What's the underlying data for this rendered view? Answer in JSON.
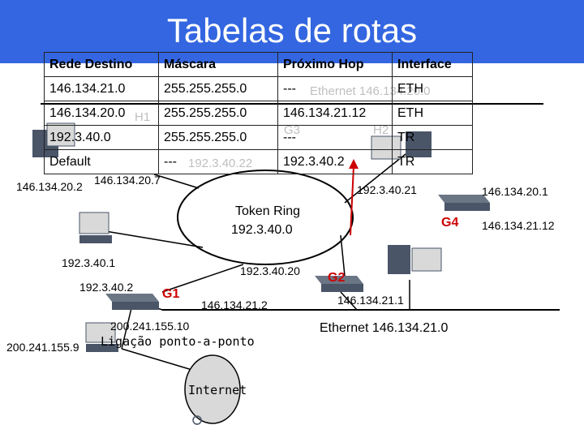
{
  "slide": {
    "title": "Tabelas de rotas"
  },
  "routing_table": {
    "headers": [
      "Rede Destino",
      "Máscara",
      "Próximo Hop",
      "Interface"
    ],
    "rows": [
      [
        "146.134.21.0",
        "255.255.255.0",
        "---",
        "ETH"
      ],
      [
        "146.134.20.0",
        "255.255.255.0",
        "146.134.21.12",
        "ETH"
      ],
      [
        "192.3.40.0",
        "255.255.255.0",
        "---",
        "TR"
      ],
      [
        "Default",
        "---",
        "192.3.40.2",
        "TR"
      ]
    ]
  },
  "ghost_text": {
    "ethernet_top": "Ethernet 146.134.20.0",
    "h1": "H1",
    "g3": "G3",
    "h2": "H2",
    "ip_22": "192.3.40.22"
  },
  "labels": {
    "ip_h1_eth": "146.134.20.2",
    "ip_h1_b": "146.134.20.7",
    "ip_tr_21": "192.3.40.21",
    "ip_g4_eth20": "146.134.20.1",
    "ip_g4_eth21": "146.134.21.12",
    "token_ring_name": "Token Ring",
    "token_ring_net": "192.3.40.0",
    "g4": "G4",
    "ip_tr_1": "192.3.40.1",
    "ip_tr_20": "192.3.40.20",
    "g2": "G2",
    "ip_g1_tr": "192.3.40.2",
    "g1": "G1",
    "ip_g1_eth": "146.134.21.2",
    "ip_g2_eth": "146.134.21.1",
    "ip_ptp_10": "200.241.155.10",
    "ethernet_bottom": "Ethernet 146.134.21.0",
    "ip_ptp_9": "200.241.155.9",
    "ptp_link": "Ligação ponto-a-ponto",
    "internet": "Internet"
  },
  "colors": {
    "banner": "#3366e0",
    "gateway_label": "#cc0000",
    "ghost": "#bfbfbf",
    "device": "#4a5568"
  }
}
